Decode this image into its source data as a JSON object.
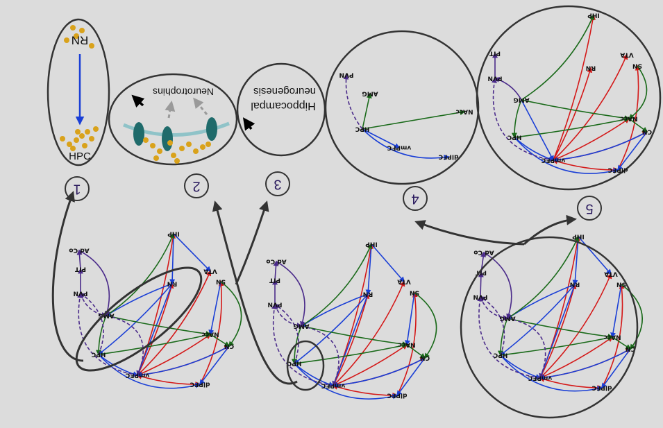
{
  "labels": {
    "rn": "RN",
    "hpc": "HPC",
    "neurotrophins": "Neurotrophins",
    "hippocampal": "Hippocampal",
    "neurogenesis": "neurogenesis",
    "steps": [
      "1",
      "2",
      "3",
      "4",
      "5"
    ]
  },
  "nodes": {
    "ad_co": "Ad Co",
    "pit": "PIT",
    "pvn": "PVN",
    "amg": "AMG",
    "hpc": "HPC",
    "vmpfc": "vmPFC",
    "dlpfc": "dlPFC",
    "cn": "CN",
    "nacc": "NAcc",
    "sn": "SN",
    "vta": "VTA",
    "rn": "RN",
    "ihp": "IHP"
  },
  "colors": {
    "background": "#dcdcdc",
    "outline": "#333333",
    "blue": "#1a3fd6",
    "red": "#d41818",
    "green": "#1a6a1a",
    "purple": "#4a2a8a",
    "gold": "#d9a21b",
    "teal": "#1f6b6b",
    "membrane": "#8fc3c8",
    "grey_arrow": "#9a9a9a"
  }
}
